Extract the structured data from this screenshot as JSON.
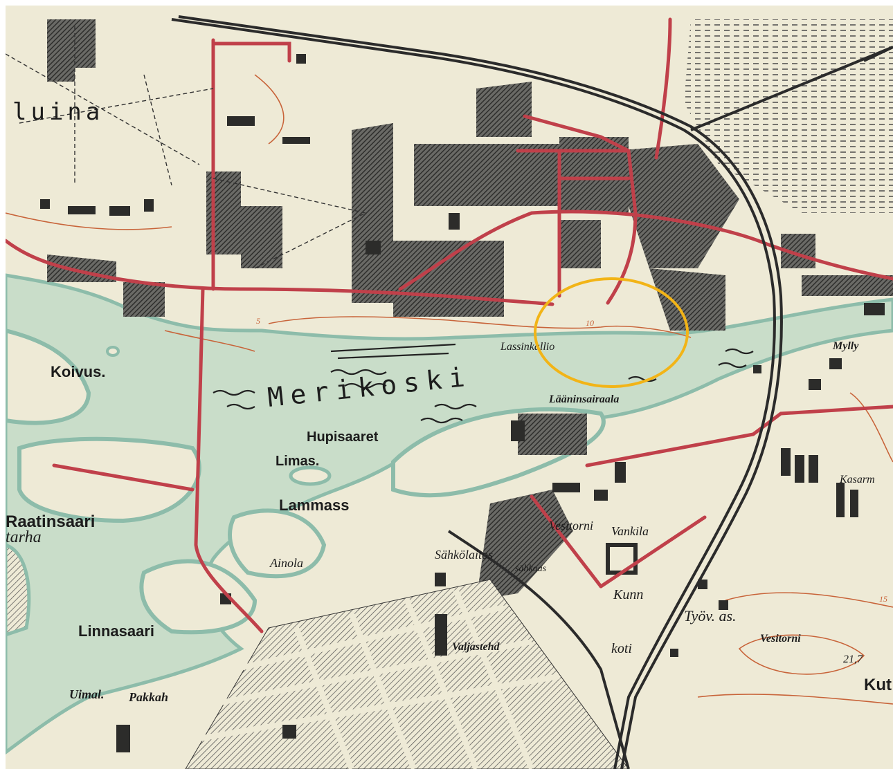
{
  "map": {
    "highlight_color": "#f2b417",
    "colors": {
      "paper": "#eeead6",
      "water": "#c9ddc9",
      "water_edge": "#8dbcaa",
      "road": "#c0404a",
      "built": "#4a4a48",
      "rail": "#2b2b2b",
      "contour": "#c8643a"
    },
    "labels": {
      "luina": "luina",
      "koivus": "Koivus.",
      "merikoski": "Merikoski",
      "hupisaaret": "Hupisaaret",
      "limas": "Limas.",
      "lammass": "Lammass",
      "raatinsaari": "Raatinsaari",
      "tarha": "tarha",
      "linnasaari": "Linnasaari",
      "uimal": "Uimal.",
      "pakkah": "Pakkah",
      "ainola": "Ainola",
      "sahkolaitos": "Sähkölaitos",
      "sahkoas": "sähkoas",
      "valjastehd": "Valjastehd",
      "vesitorni_1": "Vesitorni",
      "vankila": "Vankila",
      "kunn": "Kunn",
      "koti": "koti",
      "tyov": "Työv. as.",
      "vesitorni_2": "Vesitorni",
      "height": "21,7",
      "kasarm": "Kasarm",
      "mylly": "Mylly",
      "laaninsairaala": "Lääninsairaala",
      "lassinkallio": "Lassinkallio",
      "contour_10": "10",
      "contour_5": "5",
      "contour_15": "15",
      "kut": "Kut"
    }
  }
}
